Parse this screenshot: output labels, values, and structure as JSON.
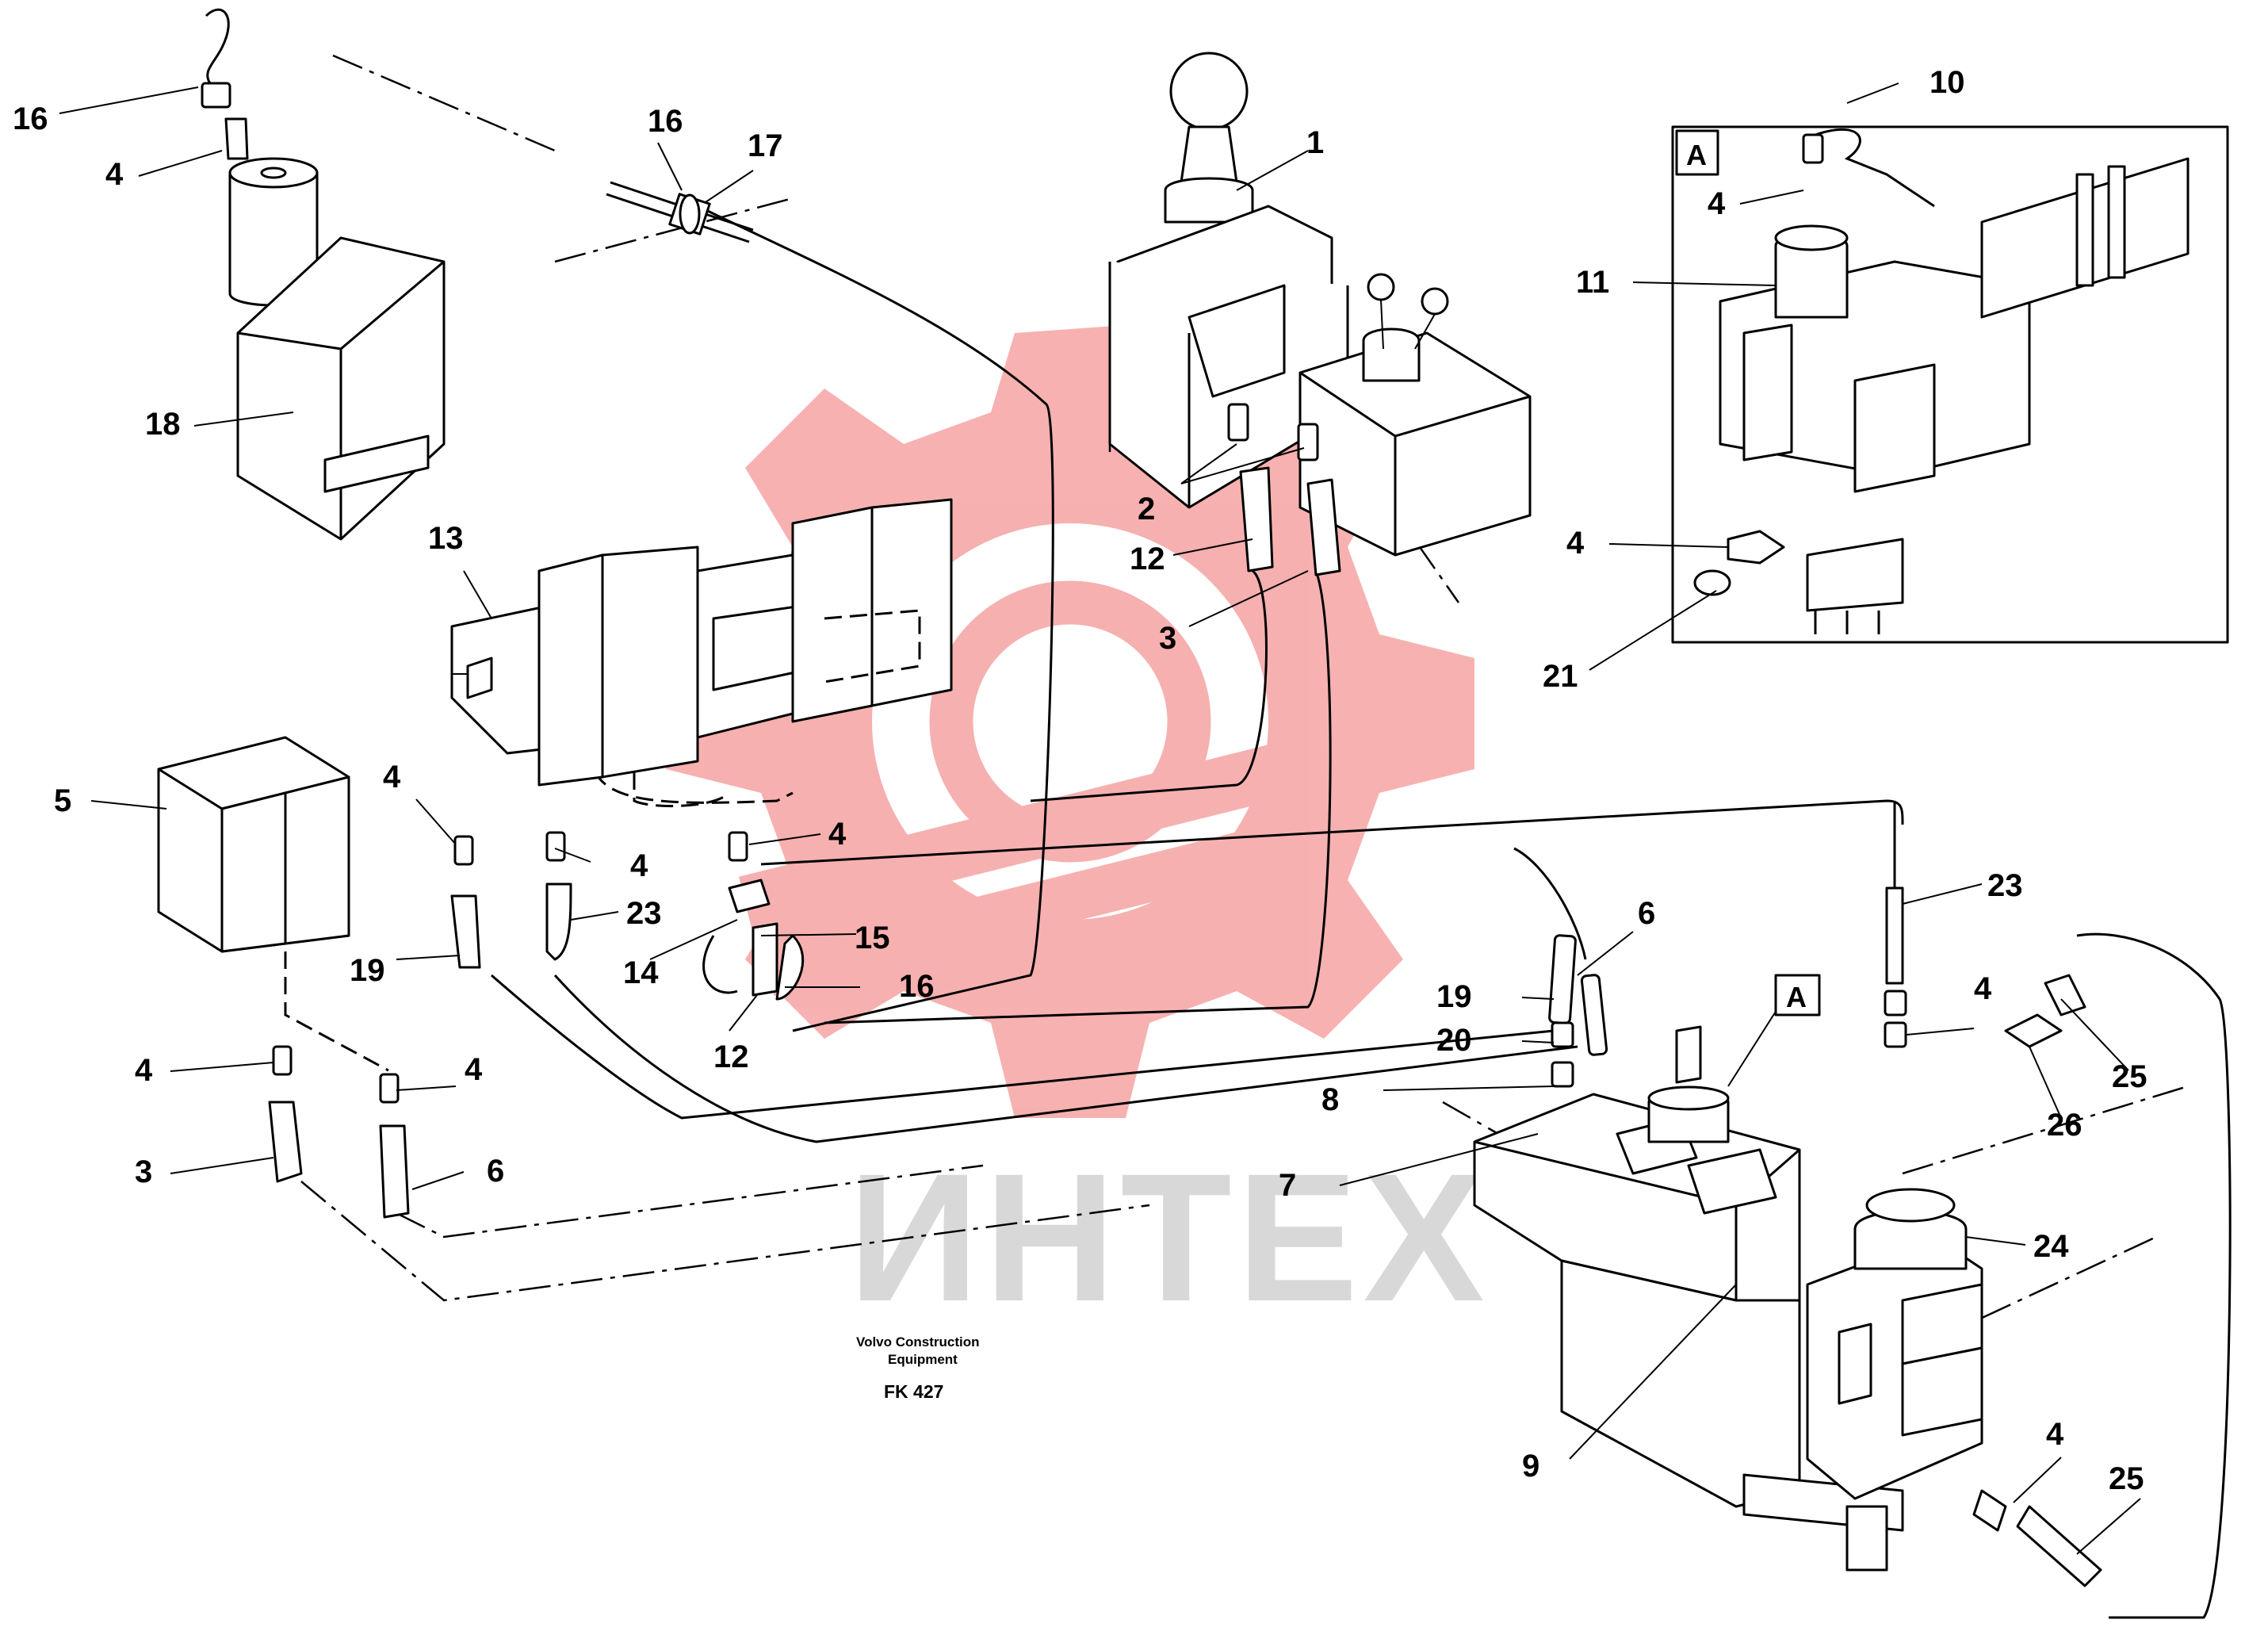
{
  "watermark": {
    "logo": "gear-logo",
    "text": "ИНТЕХ",
    "color": "#f6a8a8"
  },
  "caption": {
    "line1": "Volvo Construction",
    "line2": "Equipment",
    "code": "FK 427"
  },
  "inset_marker": "A",
  "detail_marker": "A",
  "labels": {
    "l16a": "16",
    "l4a": "4",
    "l18": "18",
    "l16b": "16",
    "l17": "17",
    "l1": "1",
    "l2": "2",
    "l12a": "12",
    "l3a": "3",
    "l13": "13",
    "l5": "5",
    "l4b": "4",
    "l4c": "4",
    "l4d": "4",
    "l23a": "23",
    "l19a": "19",
    "l15": "15",
    "l14": "14",
    "l16c": "16",
    "l12b": "12",
    "l4e": "4",
    "l4f": "4",
    "l3b": "3",
    "l6a": "6",
    "l10": "10",
    "l4g": "4",
    "l11": "11",
    "l4h": "4",
    "l21": "21",
    "l6b": "6",
    "l19b": "19",
    "l20": "20",
    "l8": "8",
    "l7": "7",
    "l9": "9",
    "l23b": "23",
    "l4i": "4",
    "l25a": "25",
    "l26": "26",
    "l24": "24",
    "l4j": "4",
    "l25b": "25"
  }
}
